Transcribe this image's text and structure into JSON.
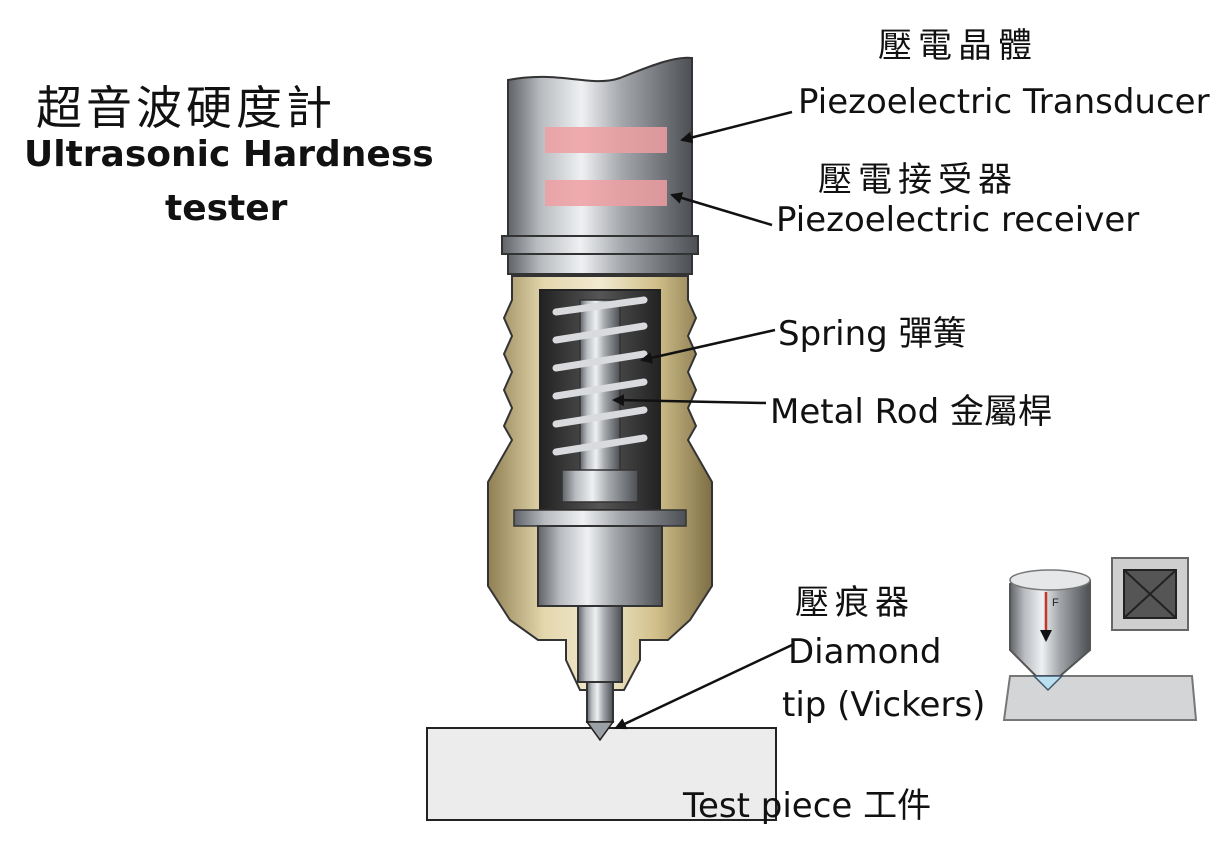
{
  "title": {
    "zh": "超音波硬度計",
    "en_line1": "Ultrasonic Hardness",
    "en_line2": "tester"
  },
  "labels": {
    "transducer_zh": "壓電晶體",
    "transducer_en": "Piezoelectric Transducer",
    "receiver_zh": "壓電接受器",
    "receiver_en": "Piezoelectric receiver",
    "spring": "Spring 彈簧",
    "rod": "Metal Rod 金屬桿",
    "indenter_zh": "壓痕器",
    "tip_line1": "Diamond",
    "tip_line2": "tip (Vickers)",
    "test_piece": "Test piece  工件",
    "force_symbol": "F"
  },
  "colors": {
    "brass": "#d8c795",
    "steel": "#a9adb2",
    "piezo_band": "#ee9fa2",
    "test_piece": "#ececec"
  }
}
